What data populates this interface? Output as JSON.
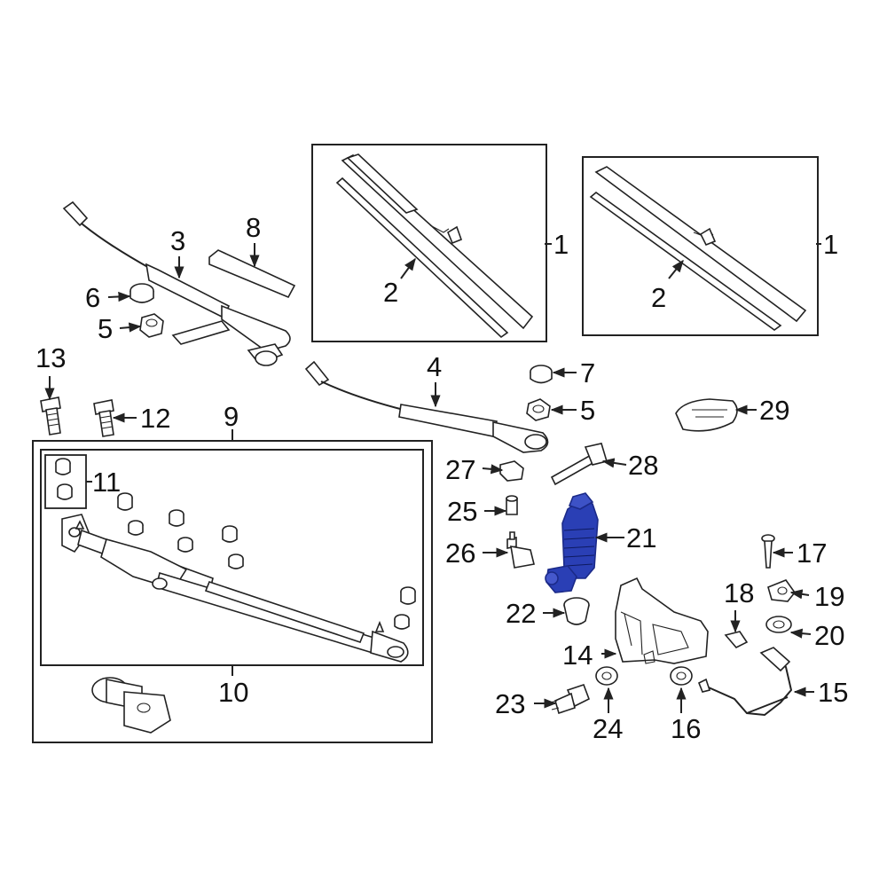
{
  "callouts": {
    "c1a": "1",
    "c1b": "1",
    "c2a": "2",
    "c2b": "2",
    "c3": "3",
    "c4": "4",
    "c5a": "5",
    "c5b": "5",
    "c6": "6",
    "c7": "7",
    "c8": "8",
    "c9": "9",
    "c10": "10",
    "c11": "11",
    "c12": "12",
    "c13": "13",
    "c14": "14",
    "c15": "15",
    "c16": "16",
    "c17": "17",
    "c18": "18",
    "c19": "19",
    "c20": "20",
    "c21": "21",
    "c22": "22",
    "c23": "23",
    "c24": "24",
    "c25": "25",
    "c26": "26",
    "c27": "27",
    "c28": "28",
    "c29": "29"
  },
  "colors": {
    "line": "#222222",
    "highlight_fill": "#2a3fb5",
    "highlight_stroke": "#1b2a88",
    "background": "#ffffff"
  },
  "highlighted_part": "21"
}
